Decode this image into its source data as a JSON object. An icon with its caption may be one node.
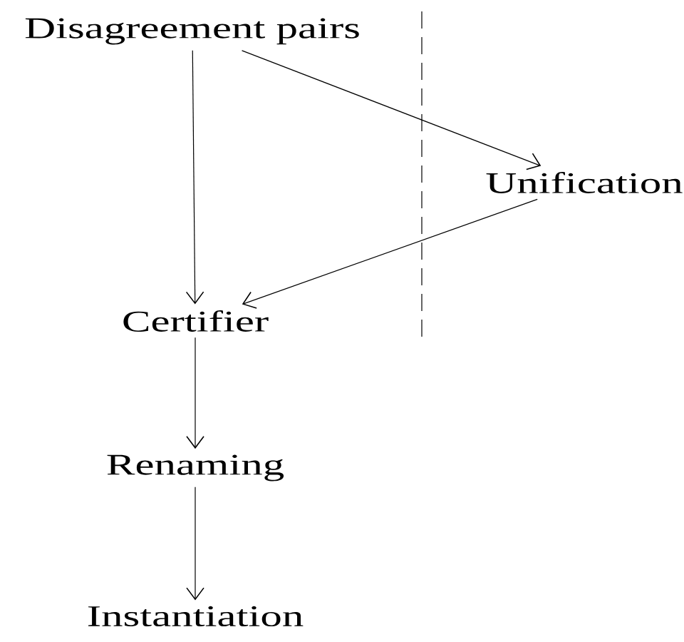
{
  "diagram": {
    "nodes": [
      {
        "text": [
          "Disagreement pairs"
        ]
      },
      {
        "text": [
          "Unification"
        ]
      },
      {
        "text": [
          "Certifier"
        ]
      },
      {
        "text": [
          "Renaming"
        ]
      },
      {
        "text": [
          "Instantiation"
        ]
      }
    ],
    "edges": [
      {
        "from": 0,
        "to": 2,
        "arrow": "to"
      },
      {
        "from": 0,
        "to": 1,
        "arrow": "to"
      },
      {
        "from": 1,
        "to": 2,
        "arrow": "to"
      },
      {
        "from": 2,
        "to": 3,
        "arrow": "to"
      },
      {
        "from": 3,
        "to": 4,
        "arrow": "to"
      }
    ]
  }
}
